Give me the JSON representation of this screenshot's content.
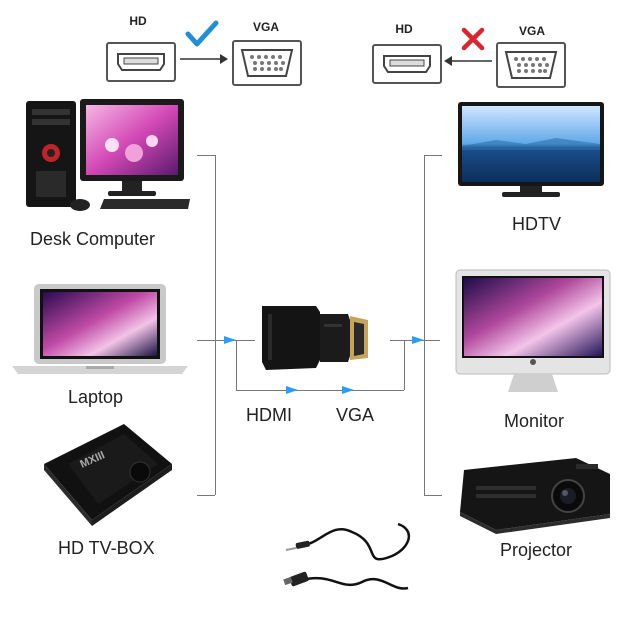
{
  "legend": {
    "ok": {
      "hd_label": "HD",
      "vga_label": "VGA",
      "status_icon": "check-icon",
      "status_color": "#1e8fd8"
    },
    "bad": {
      "hd_label": "HD",
      "vga_label": "VGA",
      "status_icon": "x-icon",
      "status_color": "#d9262c"
    }
  },
  "devices_left": [
    {
      "label": "Desk Computer",
      "icon": "desktop-computer-icon"
    },
    {
      "label": "Laptop",
      "icon": "laptop-icon"
    },
    {
      "label": "HD TV-BOX",
      "icon": "tv-box-icon"
    }
  ],
  "devices_right": [
    {
      "label": "HDTV",
      "icon": "hdtv-icon"
    },
    {
      "label": "Monitor",
      "icon": "monitor-icon"
    },
    {
      "label": "Projector",
      "icon": "projector-icon"
    }
  ],
  "adapter": {
    "hdmi_label": "HDMI",
    "vga_label": "VGA",
    "icon": "hdmi-vga-adapter-icon",
    "arrow_color": "#2a9df4"
  },
  "tv_box_brand": "MXIII",
  "cables": {
    "icon": "audio-usb-cables-icon"
  }
}
